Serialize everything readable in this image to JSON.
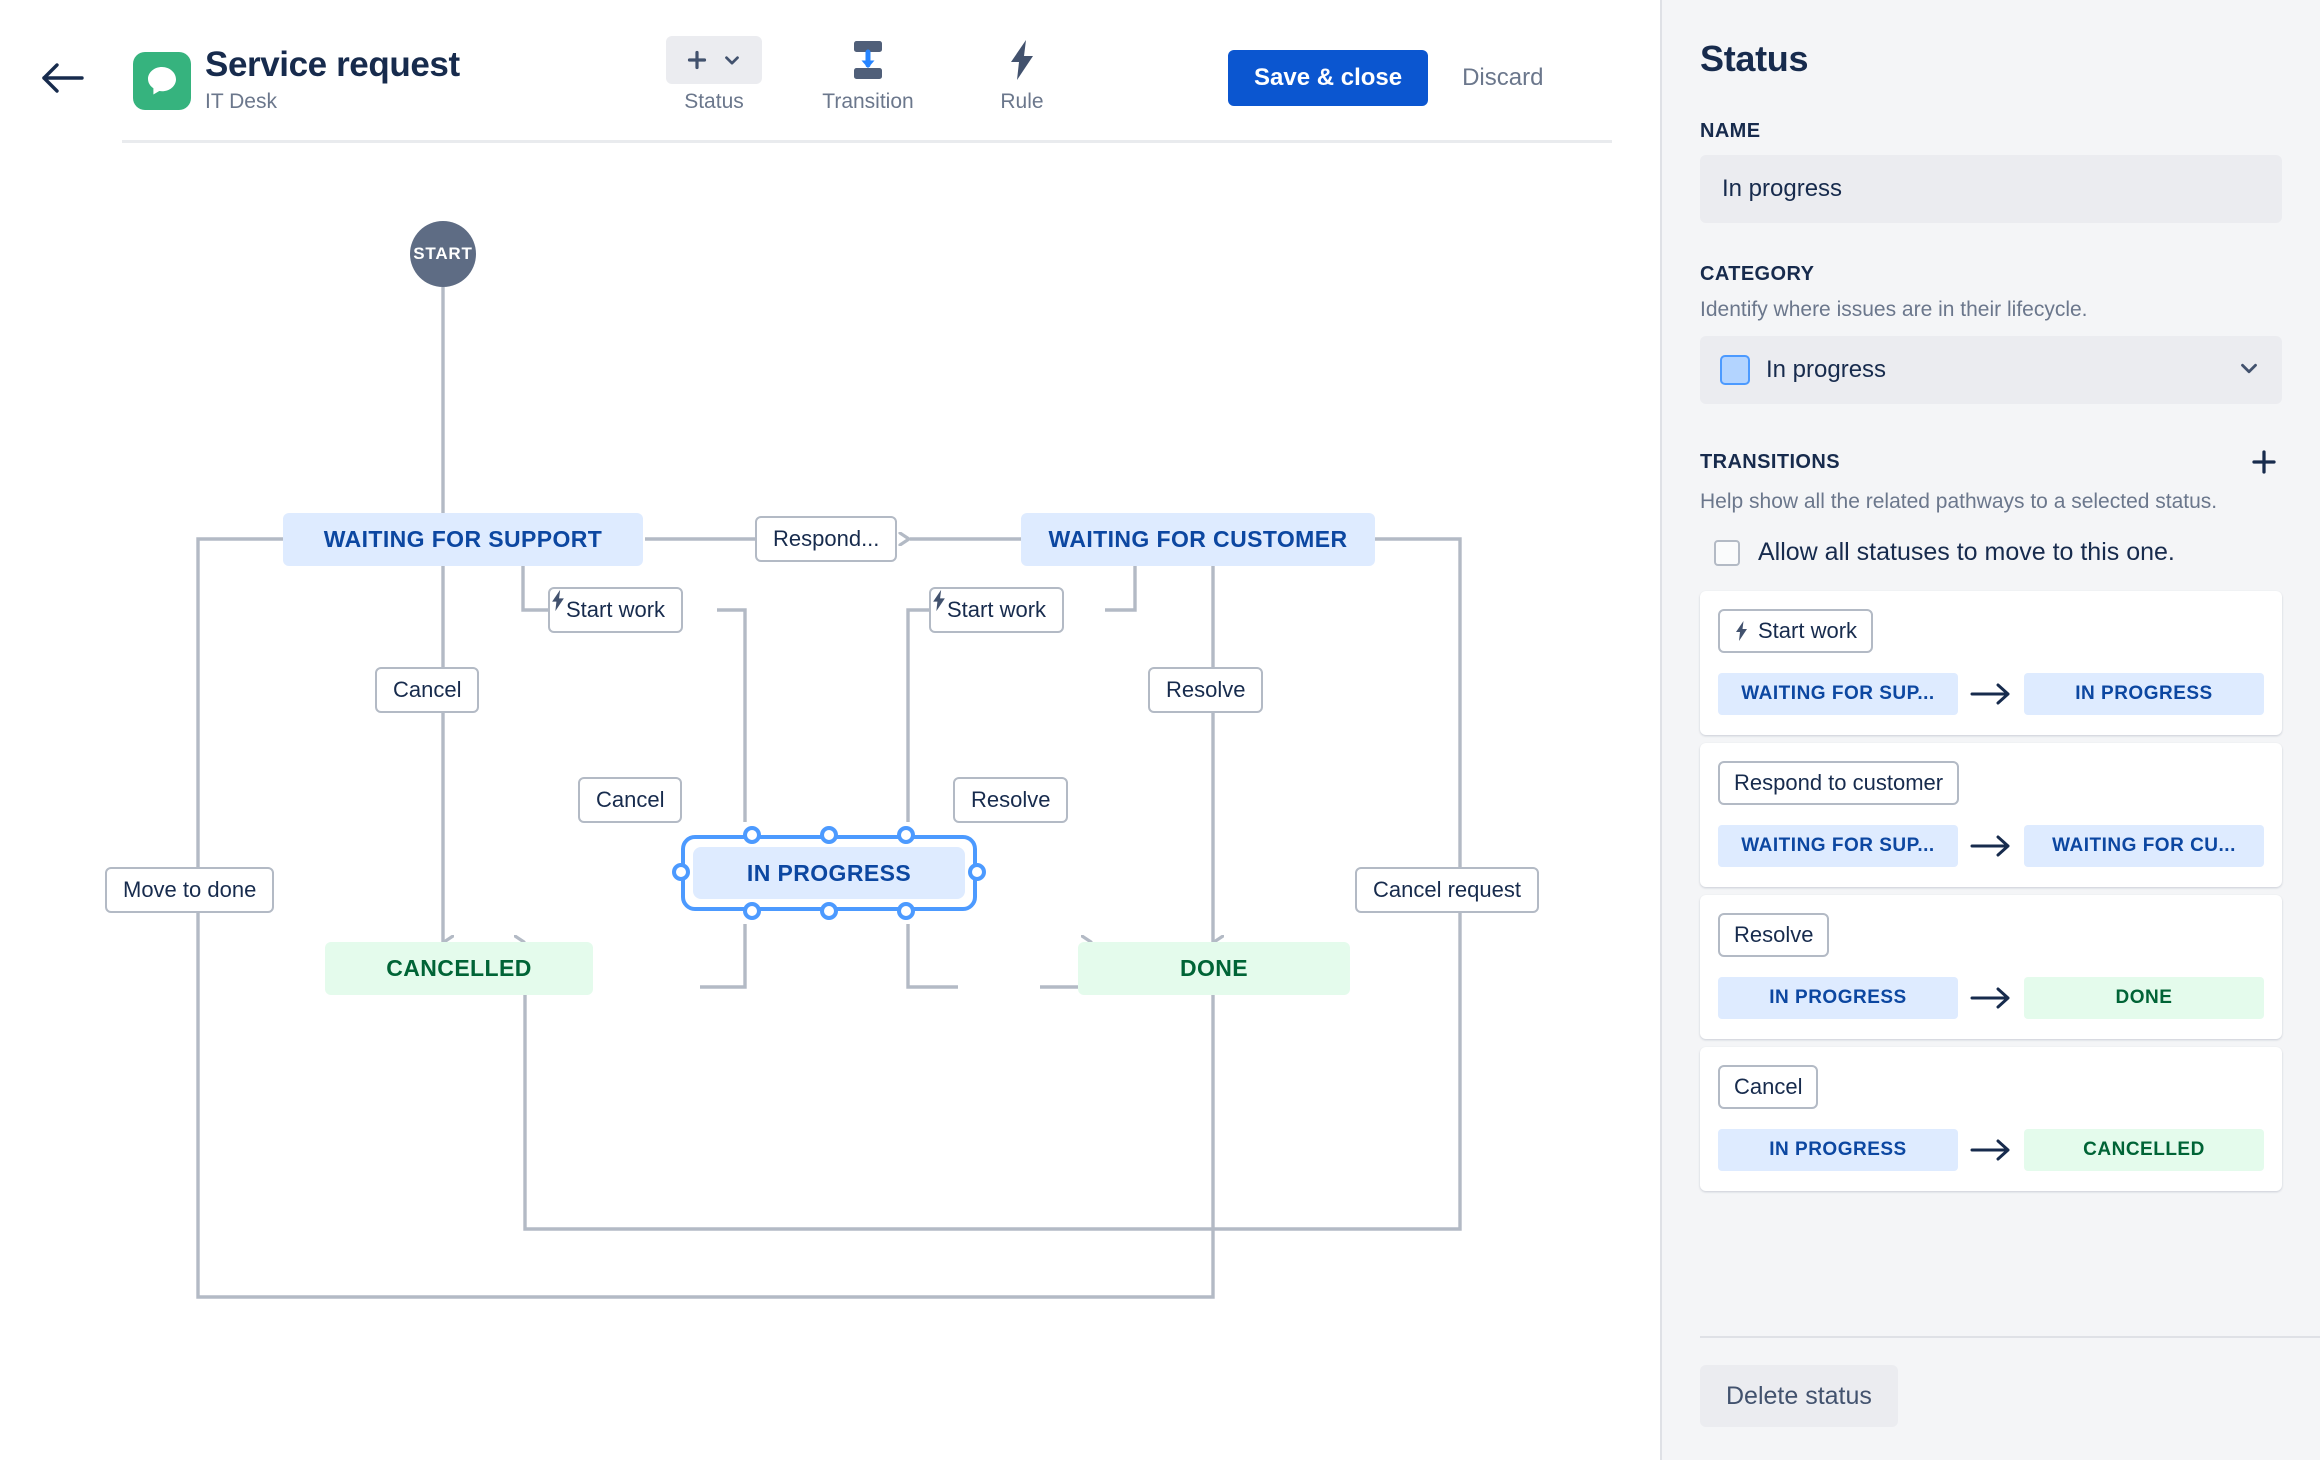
{
  "header": {
    "back_icon": "arrow-left-icon",
    "app_icon": "speech-bubble-icon",
    "title": "Service request",
    "subtitle": "IT Desk",
    "tools": [
      {
        "label": "Status",
        "icon": "plus-chevron-icon"
      },
      {
        "label": "Transition",
        "icon": "transition-icon"
      },
      {
        "label": "Rule",
        "icon": "lightning-bolt-icon"
      }
    ],
    "save_label": "Save & close",
    "discard_label": "Discard",
    "accent_color": "#0b56d0"
  },
  "workflow": {
    "start_label": "START",
    "nodes": [
      {
        "id": "waiting-support",
        "label": "WAITING FOR SUPPORT",
        "category": "inprogress"
      },
      {
        "id": "waiting-customer",
        "label": "WAITING FOR CUSTOMER",
        "category": "inprogress"
      },
      {
        "id": "in-progress",
        "label": "IN PROGRESS",
        "category": "inprogress",
        "selected": true
      },
      {
        "id": "cancelled",
        "label": "CANCELLED",
        "category": "done"
      },
      {
        "id": "done",
        "label": "DONE",
        "category": "done"
      }
    ],
    "edge_labels": [
      {
        "id": "respond",
        "text": "Respond...",
        "rule": false
      },
      {
        "id": "start-work-1",
        "text": "Start work",
        "rule": true
      },
      {
        "id": "start-work-2",
        "text": "Start work",
        "rule": true
      },
      {
        "id": "cancel-1",
        "text": "Cancel",
        "rule": false
      },
      {
        "id": "cancel-2",
        "text": "Cancel",
        "rule": false
      },
      {
        "id": "resolve-1",
        "text": "Resolve",
        "rule": false
      },
      {
        "id": "resolve-2",
        "text": "Resolve",
        "rule": false
      },
      {
        "id": "move-to-done",
        "text": "Move to done",
        "rule": false
      },
      {
        "id": "cancel-request",
        "text": "Cancel request",
        "rule": false
      }
    ],
    "colors": {
      "node_blue_bg": "#deebff",
      "node_blue_text": "#0c47a1",
      "node_green_bg": "#e4fbec",
      "node_green_text": "#006436",
      "start_bg": "#5e6c84",
      "edge_stroke": "#b3bac5",
      "selection": "#4c9aff"
    }
  },
  "panel": {
    "title": "Status",
    "name_label": "NAME",
    "name_value": "In progress",
    "category_label": "CATEGORY",
    "category_help": "Identify where issues are in their lifecycle.",
    "category_value": "In progress",
    "category_swatch_color": "#b3d4ff",
    "transitions_label": "TRANSITIONS",
    "add_transition_icon": "plus-icon",
    "transitions_help": "Help show all the related pathways to a selected status.",
    "allow_all_label": "Allow all statuses to move to this one.",
    "allow_all_checked": false,
    "transitions": [
      {
        "name": "Start work",
        "rule": true,
        "from": "WAITING FOR SUP...",
        "from_kind": "blue",
        "to": "IN PROGRESS",
        "to_kind": "blue"
      },
      {
        "name": "Respond to customer",
        "rule": false,
        "from": "WAITING FOR SUP...",
        "from_kind": "blue",
        "to": "WAITING FOR CU...",
        "to_kind": "blue"
      },
      {
        "name": "Resolve",
        "rule": false,
        "from": "IN PROGRESS",
        "from_kind": "blue",
        "to": "DONE",
        "to_kind": "green"
      },
      {
        "name": "Cancel",
        "rule": false,
        "from": "IN PROGRESS",
        "from_kind": "blue",
        "to": "CANCELLED",
        "to_kind": "green"
      }
    ],
    "delete_label": "Delete status"
  }
}
